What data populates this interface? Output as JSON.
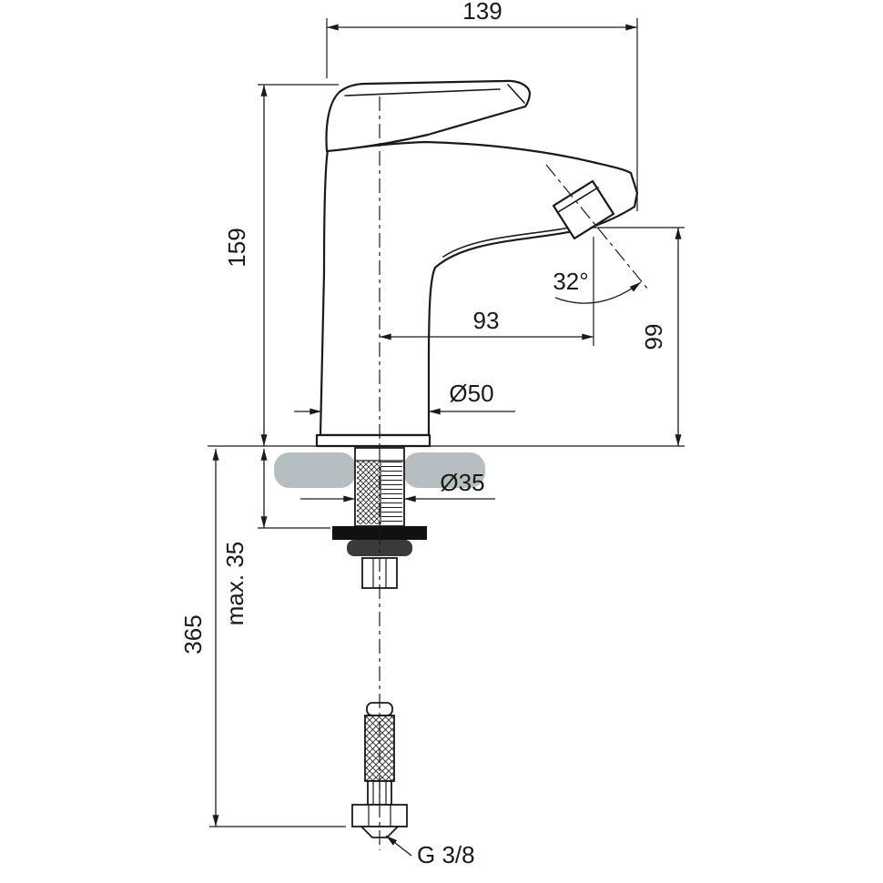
{
  "drawing": {
    "type": "technical-dimension-drawing",
    "labels": {
      "overall_width": "139",
      "overall_height": "159",
      "spout_reach": "93",
      "spout_angle": "32°",
      "spout_height": "99",
      "base_diameter": "Ø50",
      "shank_diameter": "Ø35",
      "max_mounting_thickness": "max. 35",
      "hose_length": "365",
      "thread_size": "G 3/8"
    },
    "colors": {
      "line": "#1a1a1a",
      "deck": "#b7bec2",
      "background": "#ffffff"
    }
  }
}
